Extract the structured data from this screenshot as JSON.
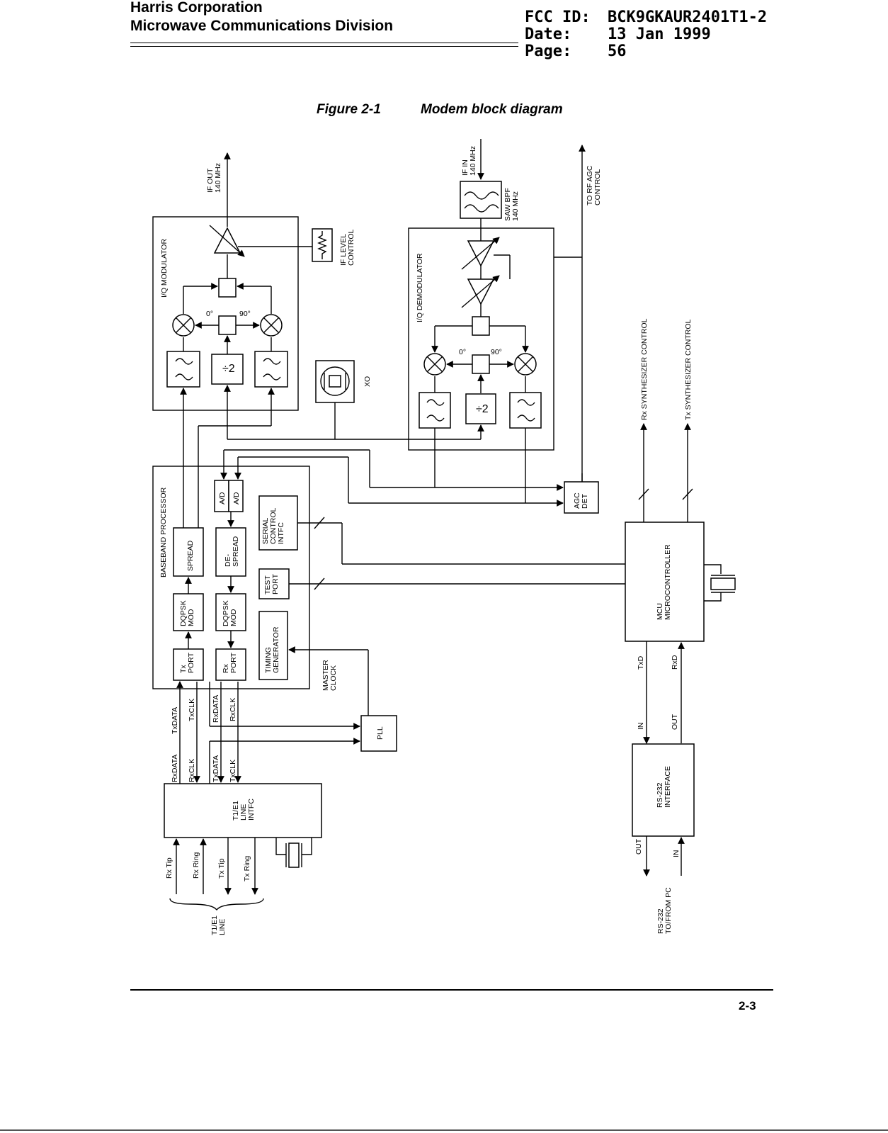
{
  "header": {
    "company": "Harris Corporation",
    "division": "Microwave Communications Division",
    "fcc_label": "FCC ID:",
    "fcc_value": "BCK9GKAUR2401T1-2",
    "date_label": "Date:",
    "date_value": "13 Jan 1999",
    "page_label": "Page:",
    "page_value": "56"
  },
  "figure": {
    "number": "Figure 2-1",
    "title": "Modem block diagram"
  },
  "diagram": {
    "if_out": [
      "IF OUT",
      "140 MHz"
    ],
    "iq_modulator": "I/Q MODULATOR",
    "if_level_control": [
      "IF LEVEL",
      "CONTROL"
    ],
    "if_in": [
      "IF IN",
      "140 MHz"
    ],
    "saw_bpf": [
      "SAW BPF",
      "140 MHz"
    ],
    "to_rf_agc": [
      "TO RF AGC",
      "CONTROL"
    ],
    "iq_demodulator": "I/Q DEMODULATOR",
    "deg0": "0°",
    "deg90": "90°",
    "div2": "÷2",
    "xo": "XO",
    "rx_synth": "Rx SYNTHESIZER CONTROL",
    "tx_synth": "Tx SYNTHESIZER CONTROL",
    "baseband_processor": "BASEBAND PROCESSOR",
    "ad": "A/D",
    "serial_control": [
      "SERIAL",
      "CONTROL",
      "INTFC"
    ],
    "spread": "SPREAD",
    "despread": [
      "DE-",
      "SPREAD"
    ],
    "test_port": [
      "TEST",
      "PORT"
    ],
    "dqpsk_mod": [
      "DQPSK",
      "MOD"
    ],
    "timing_generator": [
      "TIMING",
      "GENERATOR"
    ],
    "tx_port": [
      "Tx",
      "PORT"
    ],
    "rx_port": [
      "Rx",
      "PORT"
    ],
    "master_clock": [
      "MASTER",
      "CLOCK"
    ],
    "agc_det": [
      "AGC",
      "DET"
    ],
    "mcu": [
      "MCU",
      "MICROCONTROLLER"
    ],
    "txd": "TxD",
    "rxd": "RxD",
    "in": "IN",
    "out": "OUT",
    "pll": "PLL",
    "txdata": "TxDATA",
    "txclk": "TxCLK",
    "rxdata": "RxDATA",
    "rxclk": "RxCLK",
    "t1e1_intfc": [
      "T1/E1",
      "LINE",
      "INTFC"
    ],
    "rs232_interface": [
      "RS-232",
      "INTERFACE"
    ],
    "rx_tip": "Rx Tip",
    "rx_ring": "Rx Ring",
    "tx_tip": "Tx Tip",
    "tx_ring": "Tx Ring",
    "t1e1_line": [
      "T1/E1",
      "LINE"
    ],
    "rs232_pc": [
      "RS-232",
      "TO/FROM PC"
    ]
  },
  "footer": {
    "page_number": "2-3"
  }
}
